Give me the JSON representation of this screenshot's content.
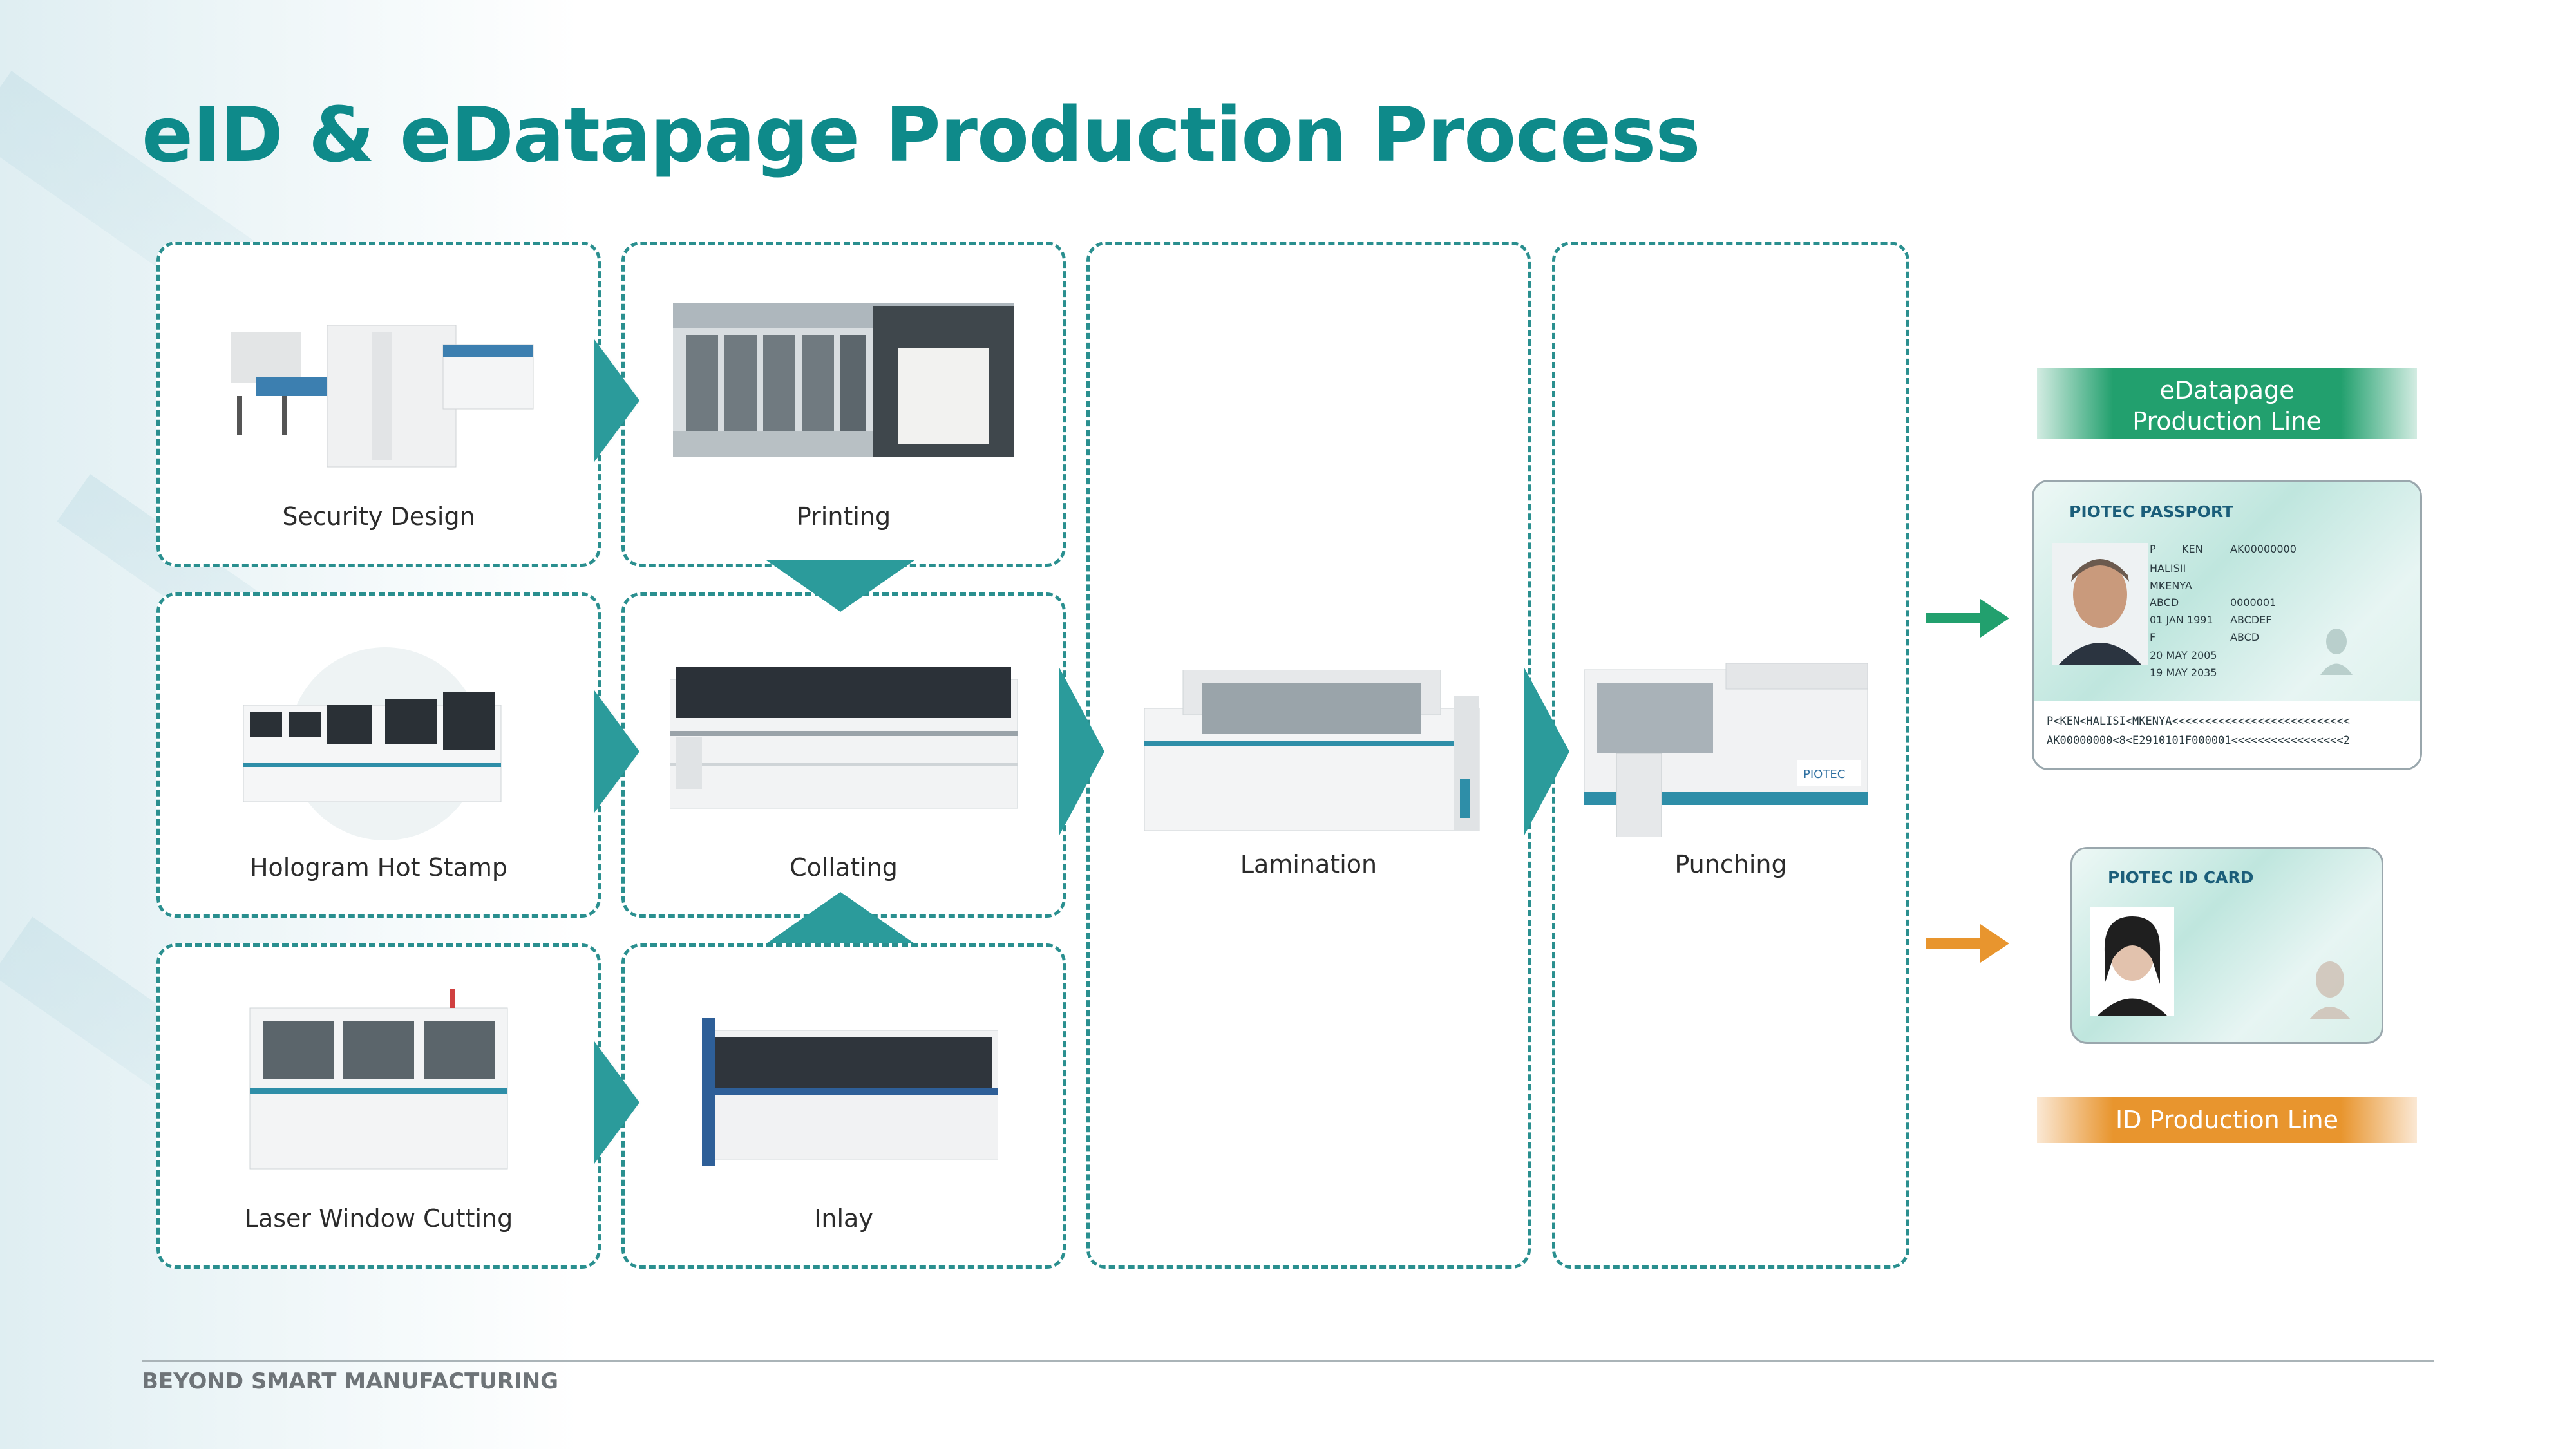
{
  "title": "eID & eDatapage Production Process",
  "steps": {
    "security_design": "Security Design",
    "printing": "Printing",
    "hologram_hot_stamp": "Hologram Hot Stamp",
    "collating": "Collating",
    "laser_window_cutting": "Laser Window Cutting",
    "inlay": "Inlay",
    "lamination": "Lamination",
    "punching": "Punching"
  },
  "outputs": {
    "edatapage_line": "eDatapage\nProduction Line",
    "id_line": "ID Production Line"
  },
  "passport": {
    "header": "PIOTEC PASSPORT",
    "type": "P",
    "code": "KEN",
    "number": "AK00000000",
    "surname": "HALISII",
    "nationality": "MKENYA",
    "given": "ABCD",
    "personal_no": "0000001",
    "dob": "01 JAN 1991",
    "place": "ABCDEF",
    "sex": "F",
    "authority": "ABCD",
    "issue": "20 MAY 2005",
    "expiry": "19 MAY 2035",
    "mrz1": "P<KEN<HALISI<MKENYA<<<<<<<<<<<<<<<<<<<<<<<<<<<",
    "mrz2": "AK00000000<8<E2910101F000001<<<<<<<<<<<<<<<<<2"
  },
  "id_card": {
    "header": "PIOTEC ID CARD"
  },
  "colors": {
    "teal": "#2a8f8f",
    "title": "#0e8a8a",
    "green": "#22a06e",
    "orange": "#e8952e"
  },
  "footer": "BEYOND SMART MANUFACTURING"
}
